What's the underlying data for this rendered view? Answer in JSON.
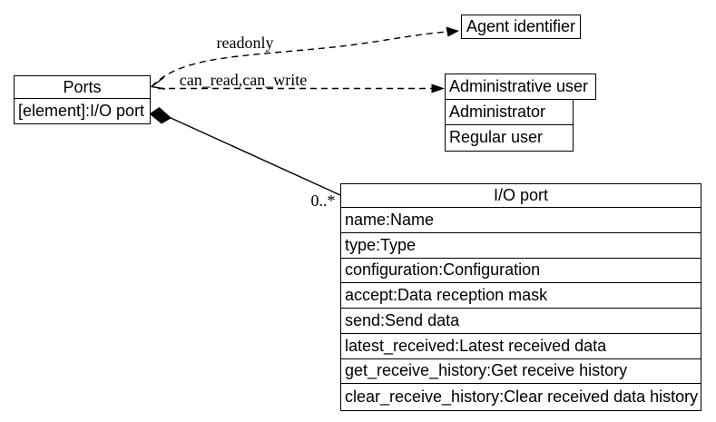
{
  "diagram": {
    "background": "#ffffff",
    "line_color": "#000000",
    "nodes": {
      "ports": {
        "title": "Ports",
        "attribute": "[element]:I/O port"
      },
      "agent_identifier": {
        "title": "Agent identifier"
      },
      "administrative_user": {
        "title": "Administrative user",
        "values": [
          "Administrator",
          "Regular user"
        ]
      },
      "io_port": {
        "title": "I/O port",
        "attributes": [
          "name:Name",
          "type:Type",
          "configuration:Configuration",
          "accept:Data reception mask",
          "send:Send data",
          "latest_received:Latest received data",
          "get_receive_history:Get receive history",
          "clear_receive_history:Clear received data history"
        ]
      }
    },
    "edges": {
      "readonly": {
        "label": "readonly"
      },
      "access": {
        "label": "can_read,can_write"
      },
      "composition": {
        "multiplicity": "0..*"
      }
    }
  }
}
